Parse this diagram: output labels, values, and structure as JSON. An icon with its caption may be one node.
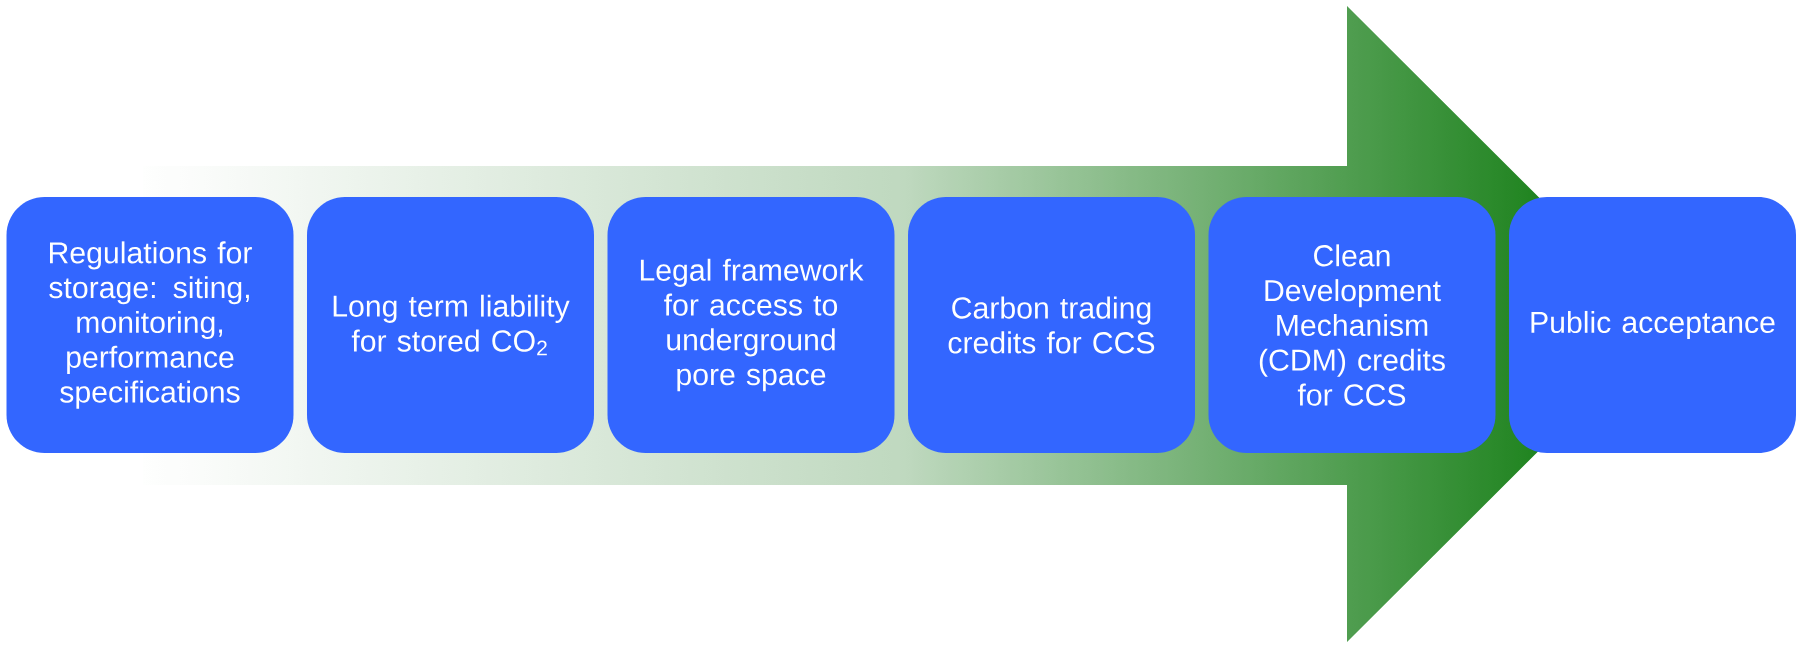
{
  "diagram": {
    "nodes": [
      {
        "text": [
          "Regulations for storage: siting, monitoring, performance specifications"
        ]
      },
      {
        "text": [
          "Long term liability for stored CO$_{2}$"
        ]
      },
      {
        "text": [
          "Legal framework for access to underground pore space"
        ]
      },
      {
        "text": [
          "Carbon trading credits for CCS"
        ]
      },
      {
        "text": [
          "Clean Development Mechanism (CDM) credits for CCS"
        ]
      },
      {
        "text": [
          "Public acceptance"
        ]
      }
    ]
  }
}
